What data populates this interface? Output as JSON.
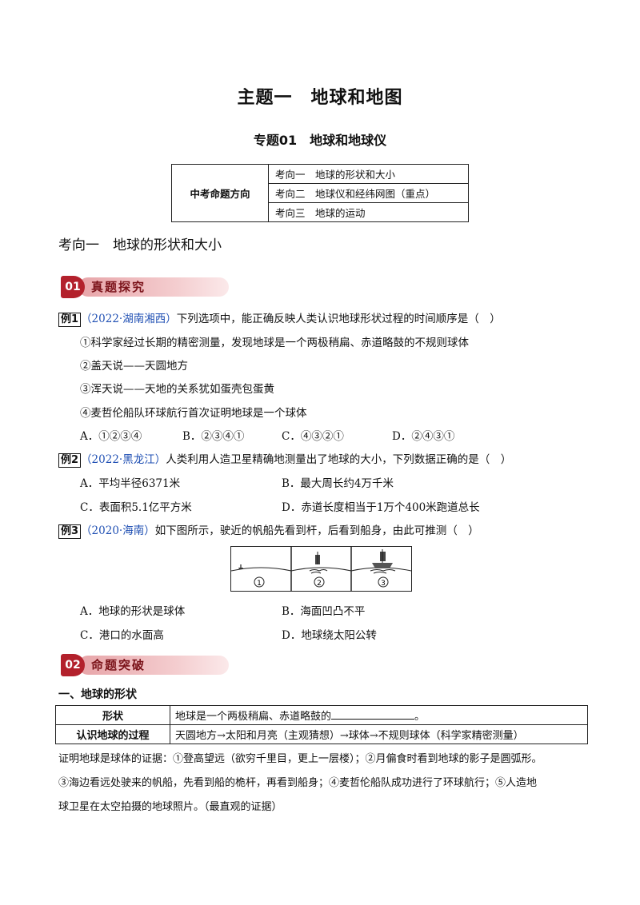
{
  "header": {
    "title": "主题一　地球和地图",
    "subtitle": "专题01　地球和地球仪"
  },
  "direction_table": {
    "head": "中考命题方向",
    "rows": [
      "考向一　地球的形状和大小",
      "考向二　地球仪和经纬网图（重点）",
      "考向三　地球的运动"
    ]
  },
  "section1": {
    "heading": "考向一　地球的形状和大小"
  },
  "badge1": {
    "num": "01",
    "text": "真题探究"
  },
  "ex1": {
    "tag": "例1",
    "source": "（2022·湖南湘西）",
    "stem": "下列选项中，能正确反映人类认识地球形状过程的时间顺序是（　）",
    "items": [
      "①科学家经过长期的精密测量，发现地球是一个两极稍扁、赤道略鼓的不规则球体",
      "②盖天说——天圆地方",
      "③浑天说——天地的关系犹如蛋壳包蛋黄",
      "④麦哲伦船队环球航行首次证明地球是一个球体"
    ],
    "options": [
      "A．①②③④",
      "B．②③④①",
      "C．④③②①",
      "D．②④③①"
    ]
  },
  "ex2": {
    "tag": "例2",
    "source": "（2022·黑龙江）",
    "stem": "人类利用人造卫星精确地测量出了地球的大小，下列数据正确的是（　）",
    "options": [
      "A．平均半径6371米",
      "B．最大周长约4万千米",
      "C．表面积5.1亿平方米",
      "D．赤道长度相当于1万个400米跑道总长"
    ]
  },
  "ex3": {
    "tag": "例3",
    "source": "（2020·海南）",
    "stem": "如下图所示，驶近的帆船先看到杆，后看到船身，由此可推测（　）",
    "figure_labels": [
      "①",
      "②",
      "③"
    ],
    "options": [
      "A．地球的形状是球体",
      "B．海面凹凸不平",
      "C．港口的水面高",
      "D．地球绕太阳公转"
    ]
  },
  "badge2": {
    "num": "02",
    "text": "命题突破"
  },
  "section2": {
    "heading": "一、地球的形状"
  },
  "info_table": {
    "rows": [
      {
        "k": "形状",
        "v": "地球是一个两极稍扁、赤道略鼓的",
        "v_end": "。"
      },
      {
        "k": "认识地球的过程",
        "v": "天圆地方→太阳和月亮（主观猜想）→球体→不规则球体（科学家精密测量）"
      }
    ]
  },
  "evidence": {
    "lines": [
      "证明地球是球体的证据：①登高望远（欲穷千里目，更上一层楼）；②月偏食时看到地球的影子是圆弧形。",
      "③海边看远处驶来的帆船，先看到船的桅杆，再看到船身；④麦哲伦船队成功进行了环球航行；⑤人造地",
      "球卫星在太空拍摄的地球照片。（最直观的证据）"
    ]
  },
  "colors": {
    "accent": "#b3212c",
    "source": "#1f4fb3"
  }
}
